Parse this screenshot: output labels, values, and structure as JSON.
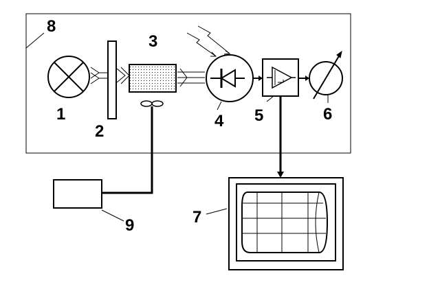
{
  "labels": {
    "lamp": "1",
    "filter": "2",
    "cell": "3",
    "photodiode": "4",
    "amplifier": "5",
    "meter": "6",
    "monitor": "7",
    "enclosure": "8",
    "source_unit": "9"
  },
  "colors": {
    "stroke": "#000000",
    "background": "#ffffff"
  }
}
